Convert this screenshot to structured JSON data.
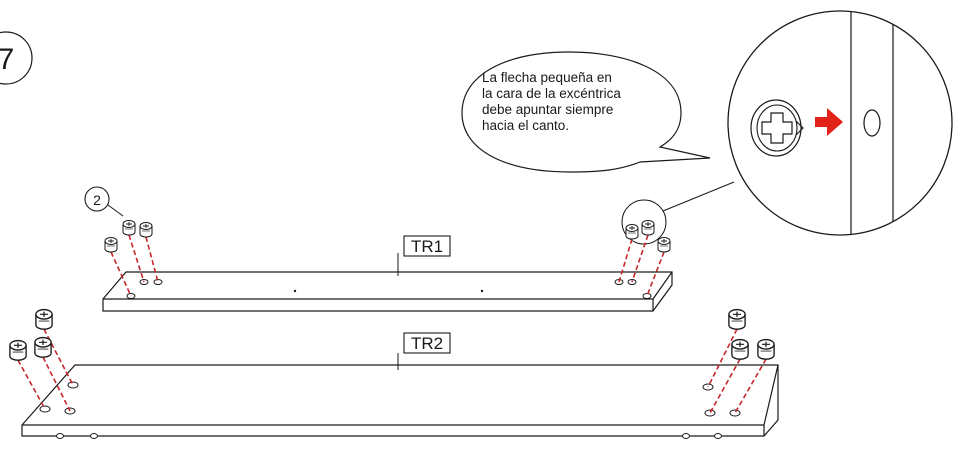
{
  "step": {
    "number": "7"
  },
  "part_callout": {
    "number": "2"
  },
  "labels": {
    "tr1": "TR1",
    "tr2": "TR2"
  },
  "speech_bubble": {
    "lines": [
      "La flecha pequeña en",
      "la cara de la excéntrica",
      "debe apuntar siempre",
      "hacia el canto."
    ]
  },
  "colors": {
    "arrow": "#e2231a",
    "dash": "#c8262c",
    "line": "#1a1a1a"
  },
  "icons": [
    "cam-lock-icon",
    "arrow-right-icon",
    "hole-icon"
  ]
}
